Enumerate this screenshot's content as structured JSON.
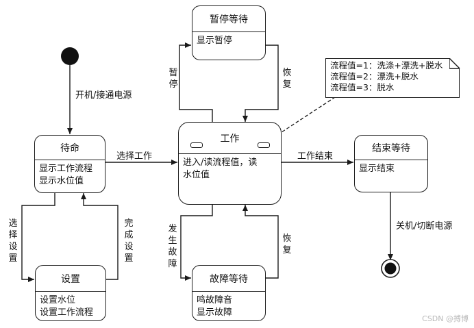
{
  "states": {
    "pause_wait": {
      "title": "暂停等待",
      "body": "显示暂停"
    },
    "standby": {
      "title": "待命",
      "body": "显示工作流程\n显示水位值"
    },
    "work": {
      "title": "工作",
      "body": "进入/读流程值，读\n水位值"
    },
    "end_wait": {
      "title": "结束等待",
      "body": "显示结束"
    },
    "settings": {
      "title": "设置",
      "body": "设置水位\n设置工作流程"
    },
    "fault_wait": {
      "title": "故障等待",
      "body": "鸣故障音\n显示故障"
    }
  },
  "transitions": {
    "power_on": "开机/接通电源",
    "select_work": "选择工作",
    "work_end": "工作结束",
    "power_off": "关机/切断电源",
    "select_settings": "选择设置",
    "complete_settings": "完成设置",
    "pause": "暂停",
    "resume_top": "恢复",
    "fault_occurs": "发生故障",
    "resume_bottom": "恢复"
  },
  "note": {
    "lines": [
      "流程值=1：洗涤+漂洗+脱水",
      "流程值=2：漂洗+脱水",
      "流程值=3：脱水"
    ]
  },
  "watermark": "CSDN @搏博"
}
